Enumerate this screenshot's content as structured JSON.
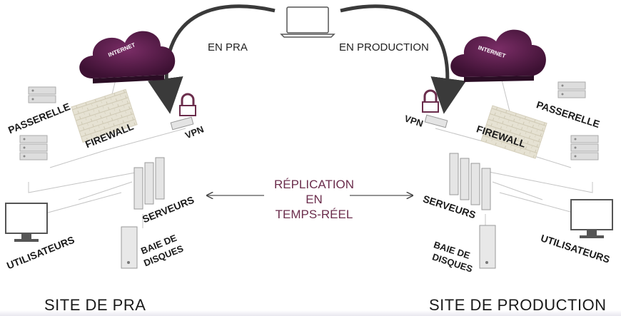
{
  "laptop": {
    "arrow_left_label": "EN PRA",
    "arrow_right_label": "EN PRODUCTION"
  },
  "center": {
    "line1": "RÉPLICATION",
    "line2": "EN",
    "line3": "TEMPS-RÉEL"
  },
  "left_site": {
    "title": "SITE DE PRA",
    "internet": "INTERNET",
    "passerelle": "PASSERELLE",
    "firewall": "FIREWALL",
    "vpn": "VPN",
    "serveurs": "SERVEURS",
    "utilisateurs": "UTILISATEURS",
    "baie_line1": "BAIE DE",
    "baie_line2": "DISQUES"
  },
  "right_site": {
    "title": "SITE DE PRODUCTION",
    "internet": "INTERNET",
    "passerelle": "PASSERELLE",
    "firewall": "FIREWALL",
    "vpn": "VPN",
    "serveurs": "SERVEURS",
    "utilisateurs": "UTILISATEURS",
    "baie_line1": "BAIE DE",
    "baie_line2": "DISQUES"
  },
  "colors": {
    "cloud": "#5a1f4a",
    "accent_text": "#6b2d4c",
    "device": "#c9c9c9",
    "lines": "#bdbdbd"
  }
}
